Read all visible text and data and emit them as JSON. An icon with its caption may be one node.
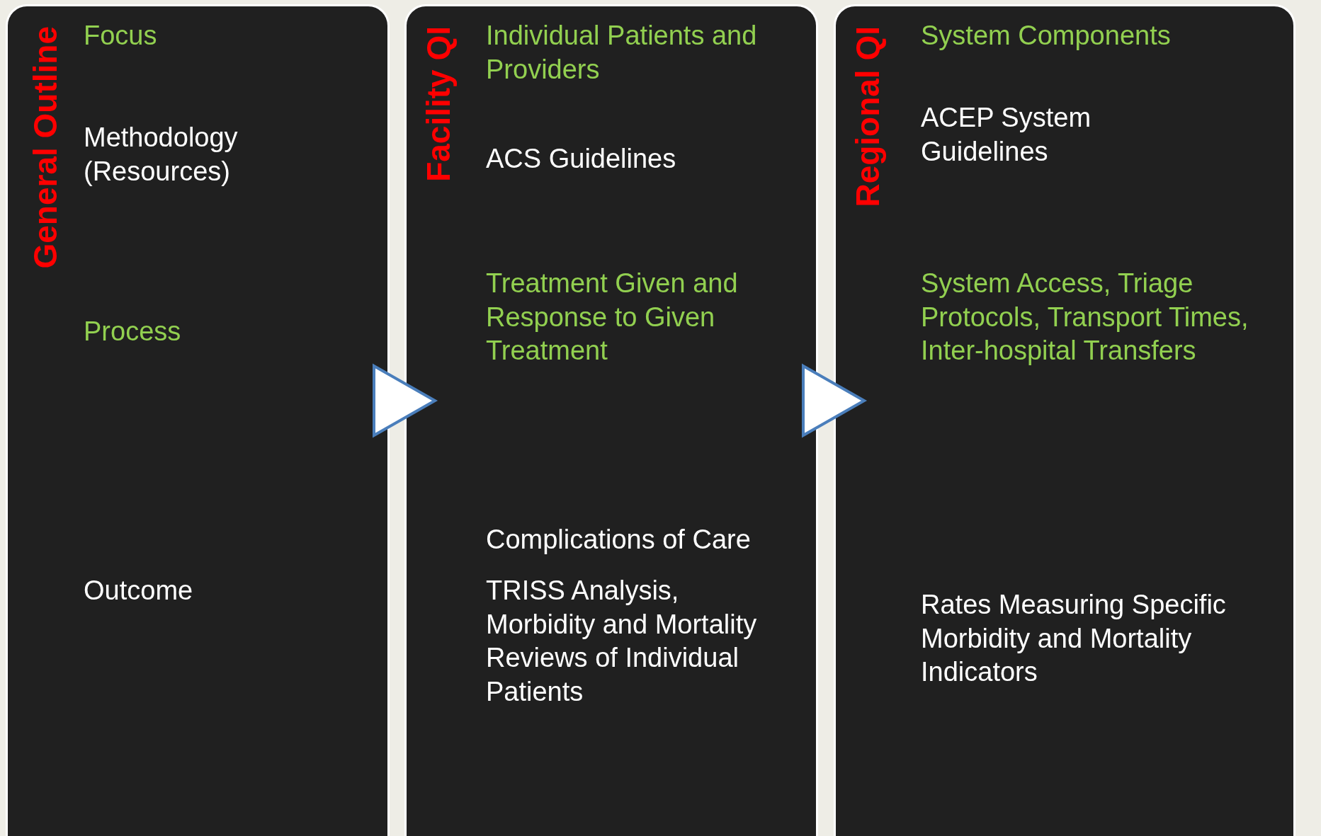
{
  "diagram": {
    "nodes": [
      {
        "text": [
          "General Outline",
          "Focus",
          "Methodology (Resources)",
          "Process",
          "Outcome"
        ]
      },
      {
        "text": [
          "Facility QI",
          "Individual Patients and Providers",
          "ACS Guidelines",
          "Treatment Given and Response to Given Treatment",
          "Complications of Care",
          "TRISS Analysis, Morbidity and Mortality Reviews of Individual Patients"
        ]
      },
      {
        "text": [
          "Regional QI",
          "System Components",
          "ACEP System Guidelines",
          "System Access, Triage Protocols, Transport Times, Inter-hospital Transfers",
          "Rates Measuring Specific Morbidity and Mortality Indicators"
        ]
      }
    ],
    "edges": [
      {
        "from": 0,
        "to": 1,
        "arrow": "to"
      },
      {
        "from": 1,
        "to": 2,
        "arrow": "to"
      }
    ]
  }
}
